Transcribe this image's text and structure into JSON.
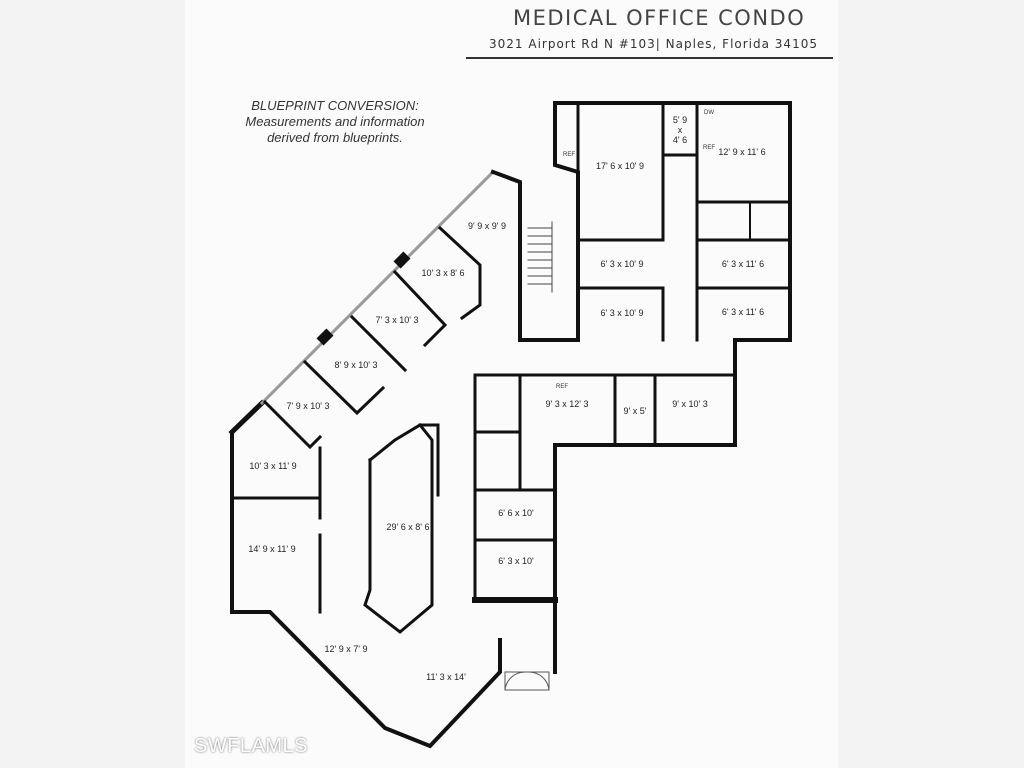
{
  "header": {
    "title": "MEDICAL OFFICE CONDO",
    "address": "3021 Airport Rd N #103| Naples, Florida 34105"
  },
  "note": {
    "line1": "BLUEPRINT CONVERSION:",
    "line2": "Measurements and information",
    "line3": "derived from blueprints."
  },
  "rooms": [
    {
      "label": "17' 6 x 10' 9"
    },
    {
      "label": "5' 9\nx\n4' 6"
    },
    {
      "label": "12' 9 x 11' 6"
    },
    {
      "label": "6' 3 x 10' 9"
    },
    {
      "label": "6' 3 x 10' 9"
    },
    {
      "label": "6' 3 x 11' 6"
    },
    {
      "label": "6' 3 x 11' 6"
    },
    {
      "label": "9' 9 x 9' 9"
    },
    {
      "label": "10' 3 x 8' 6"
    },
    {
      "label": "7' 3 x 10' 3"
    },
    {
      "label": "8' 9 x 10' 3"
    },
    {
      "label": "7' 9 x 10' 3"
    },
    {
      "label": "10' 3 x 11' 9"
    },
    {
      "label": "14' 9 x 11' 9"
    },
    {
      "label": "29' 6 x 8' 6"
    },
    {
      "label": "12' 9 x 7' 9"
    },
    {
      "label": "11' 3 x 14'"
    },
    {
      "label": "9' 3 x 12' 3"
    },
    {
      "label": "9' x 5'"
    },
    {
      "label": "9' x 10' 3"
    },
    {
      "label": "6' 6 x 10'"
    },
    {
      "label": "6' 3 x 10'"
    }
  ],
  "fixtures": {
    "ref": "REF",
    "dw": "DW"
  },
  "watermark": "SWFLAMLS"
}
